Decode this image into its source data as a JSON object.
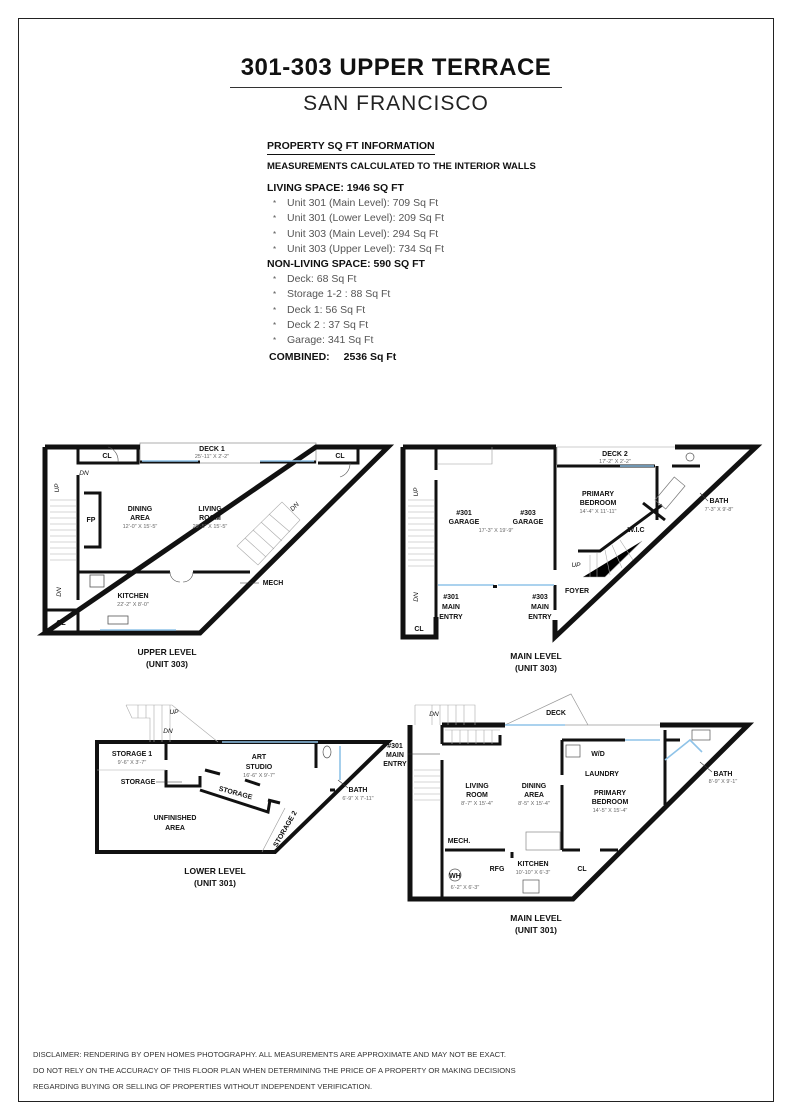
{
  "header": {
    "title": "301-303 UPPER TERRACE",
    "subtitle": "SAN FRANCISCO"
  },
  "sqft_info": {
    "heading": "PROPERTY SQ FT INFORMATION",
    "note": "MEASUREMENTS CALCULATED TO THE INTERIOR WALLS",
    "living_heading": "LIVING SPACE: 1946 SQ FT",
    "living_items": [
      "Unit 301 (Main Level):  709 Sq Ft",
      "Unit 301 (Lower Level):  209 Sq Ft",
      "Unit 303 (Main Level):  294 Sq Ft",
      "Unit 303 (Upper Level):  734 Sq Ft"
    ],
    "nonliving_heading": "NON-LIVING SPACE: 590 SQ FT",
    "nonliving_items": [
      "Deck:  68 Sq Ft",
      "Storage 1-2 :  88 Sq Ft",
      "Deck 1:  56 Sq Ft",
      "Deck 2 :  37 Sq Ft",
      "Garage:  341 Sq Ft"
    ],
    "bullet": "*",
    "combined_label": "COMBINED:",
    "combined_value": "2536  Sq Ft"
  },
  "plans": {
    "upper_303": {
      "caption1": "UPPER LEVEL",
      "caption2": "(UNIT 303)",
      "deck": "DECK 1",
      "deck_dim": "25'-11\" X 2'-2\"",
      "cl": "CL",
      "dining": [
        "DINING",
        "AREA"
      ],
      "dining_dim": "12'-0\" X 15'-5\"",
      "living": [
        "LIVING",
        "ROOM"
      ],
      "living_dim": "29'-5\" X 15'-5\"",
      "fp": "FP",
      "kitchen": "KITCHEN",
      "kitchen_dim": "22'-2\" X 8'-0\"",
      "mech": "MECH",
      "up": "UP",
      "dn": "DN"
    },
    "main_303": {
      "caption1": "MAIN LEVEL",
      "caption2": "(UNIT 303)",
      "deck": "DECK 2",
      "deck_dim": "17'-2\" X 2'-2\"",
      "garage301": [
        "#301",
        "GARAGE"
      ],
      "garage303": [
        "#303",
        "GARAGE"
      ],
      "garage_dim": "17'-3\" X 19'-9\"",
      "bedroom": [
        "PRIMARY",
        "BEDROOM"
      ],
      "bedroom_dim": "14'-4\" X 11'-11\"",
      "wic": "W.I.C",
      "bath": "BATH",
      "bath_dim": "7'-3\" X 9'-8\"",
      "foyer": "FOYER",
      "entry301": [
        "#301",
        "MAIN",
        "ENTRY"
      ],
      "entry303": [
        "#303",
        "MAIN",
        "ENTRY"
      ],
      "cl": "CL",
      "up": "UP",
      "dn": "DN"
    },
    "lower_301": {
      "caption1": "LOWER LEVEL",
      "caption2": "(UNIT 301)",
      "storage1": "STORAGE 1",
      "storage1_dim": "9'-6\" X 3'-7\"",
      "storage": "STORAGE",
      "studio": [
        "ART",
        "STUDIO"
      ],
      "studio_dim": "16'-6\" X 9'-7\"",
      "storage_b": "STORAGE",
      "unfinished": [
        "UNFINISHED",
        "AREA"
      ],
      "storage2": "STORAGE 2",
      "bath": "BATH",
      "bath_dim": "6'-9\" X 7'-11\"",
      "up": "UP",
      "dn": "DN"
    },
    "main_301": {
      "caption1": "MAIN LEVEL",
      "caption2": "(UNIT 301)",
      "deck": "DECK",
      "entry": [
        "#301",
        "MAIN",
        "ENTRY"
      ],
      "living": [
        "LIVING",
        "ROOM"
      ],
      "living_dim": "8'-7\" X 15'-4\"",
      "dining": [
        "DINING",
        "AREA"
      ],
      "dining_dim": "8'-5\" X 15'-4\"",
      "wd": "W/D",
      "laundry": "LAUNDRY",
      "bedroom": [
        "PRIMARY",
        "BEDROOM"
      ],
      "bedroom_dim": "14'-5\" X 15'-4\"",
      "bath": "BATH",
      "bath_dim": "8'-9\" X 9'-1\"",
      "mech": "MECH.",
      "rfg": "RFG",
      "wh": "WH",
      "mech_dim": "6'-2\" X 6'-3\"",
      "kitchen": "KITCHEN",
      "kitchen_dim": "10'-10\" X 6'-3\"",
      "cl": "CL",
      "dn": "DN"
    }
  },
  "disclaimer": [
    "DISCLAIMER: RENDERING BY OPEN HOMES PHOTOGRAPHY. ALL MEASUREMENTS ARE APPROXIMATE AND MAY NOT BE EXACT.",
    "DO NOT RELY ON THE ACCURACY OF THIS FLOOR PLAN WHEN DETERMINING THE PRICE OF A PROPERTY OR MAKING DECISIONS",
    "REGARDING BUYING OR SELLING OF PROPERTIES WITHOUT INDEPENDENT VERIFICATION."
  ],
  "colors": {
    "wall": "#111111",
    "window": "#8fc3e8",
    "fixture": "#999999"
  }
}
